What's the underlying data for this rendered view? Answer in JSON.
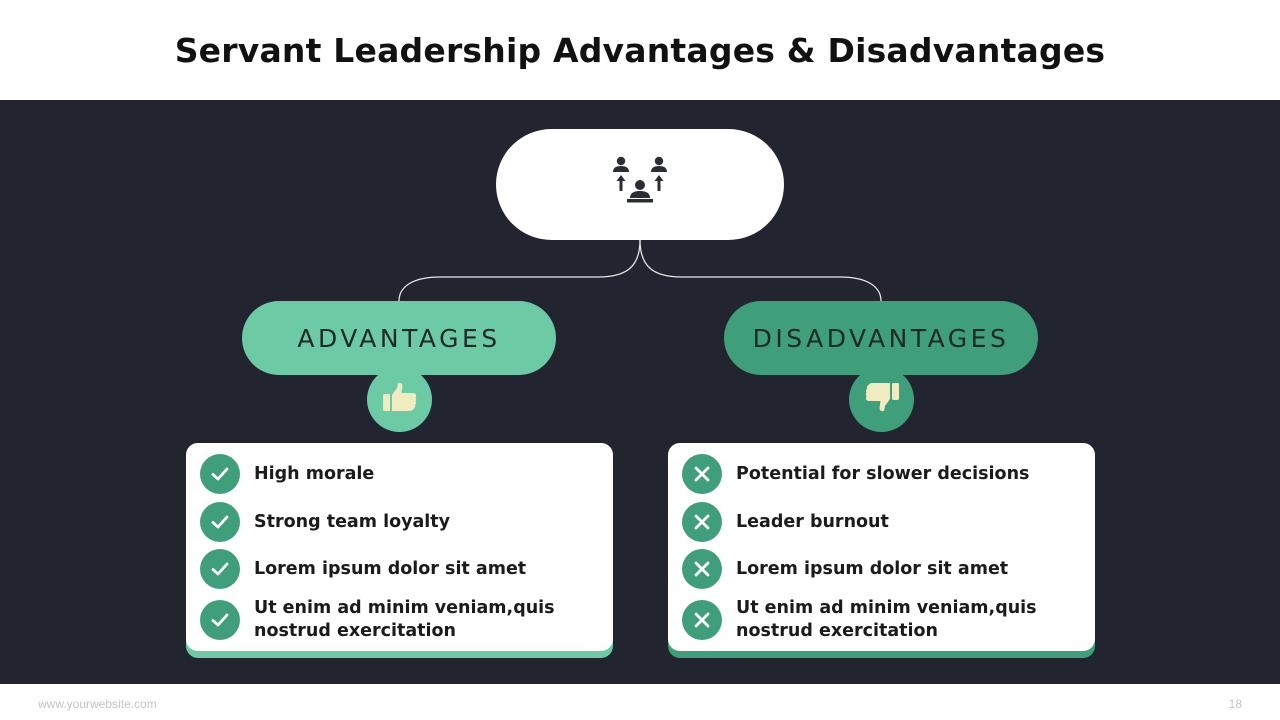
{
  "title": "Servant Leadership Advantages & Disadvantages",
  "hub": {
    "icon": "team-leader-icon"
  },
  "advantages": {
    "label": "ADVANTAGES",
    "icon": "thumbs-up-icon",
    "items": [
      "High morale",
      "Strong team loyalty",
      "Lorem ipsum dolor sit amet",
      "Ut enim ad minim veniam,quis nostrud exercitation"
    ]
  },
  "disadvantages": {
    "label": "DISADVANTAGES",
    "icon": "thumbs-down-icon",
    "items": [
      "Potential for slower decisions",
      "Leader burnout",
      "Lorem ipsum dolor sit amet",
      "Ut enim ad minim veniam,quis nostrud exercitation"
    ]
  },
  "footer": {
    "website": "www.yourwebsite.com",
    "page_number": "18"
  },
  "colors": {
    "dark_background": "#22252f",
    "light_green": "#6ccba5",
    "dark_green": "#3f9f7b",
    "icon_cream": "#f1ebc2"
  }
}
